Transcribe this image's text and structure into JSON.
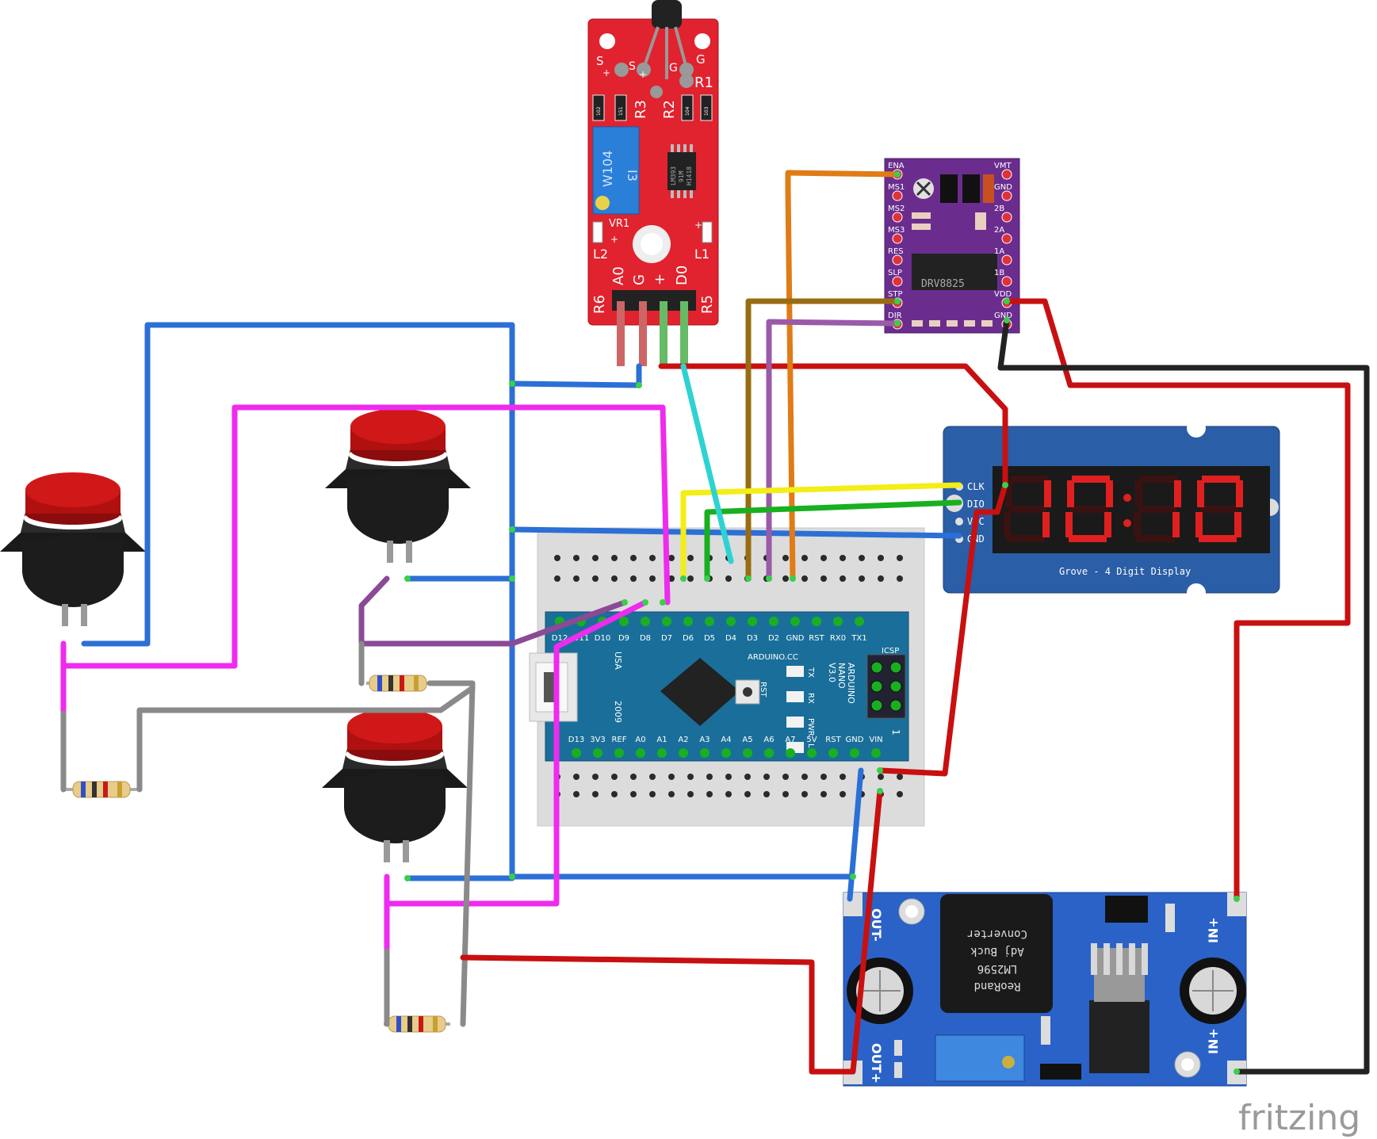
{
  "branding": {
    "watermark": "fritzing"
  },
  "sensor": {
    "pins_top": [
      "S",
      "+",
      "S",
      "+",
      "G",
      "G"
    ],
    "res_labels": [
      "R3",
      "R2",
      "R1"
    ],
    "smd_codes": [
      "102",
      "151",
      "104",
      "103"
    ],
    "pot_labels": [
      "W104",
      "I3"
    ],
    "chip_labels": [
      "LM393",
      "91M",
      "H1418"
    ],
    "vr_label": "VR1",
    "l2": "L2",
    "l1": "L1",
    "pin_header": [
      "A0",
      "G",
      "+",
      "D0"
    ],
    "r6": "R6",
    "r5": "R5",
    "plus": "+"
  },
  "driver": {
    "left_pins": [
      "ENA",
      "MS1",
      "MS2",
      "MS3",
      "RES",
      "SLP",
      "STP",
      "DIR"
    ],
    "right_pins": [
      "VMT",
      "GND",
      "2B",
      "2A",
      "1A",
      "1B",
      "VDD",
      "GND"
    ],
    "chip": "DRV8825"
  },
  "display": {
    "pins": [
      "CLK",
      "DIO",
      "VCC",
      "GND"
    ],
    "digits": "10:10",
    "caption": "Grove - 4 Digit Display"
  },
  "nano": {
    "top_pins": [
      "D12",
      "D11",
      "D10",
      "D9",
      "D8",
      "D7",
      "D6",
      "D5",
      "D4",
      "D3",
      "D2",
      "GND",
      "RST",
      "RX0",
      "TX1"
    ],
    "bottom_pins": [
      "D13",
      "3V3",
      "REF",
      "A0",
      "A1",
      "A2",
      "A3",
      "A4",
      "A5",
      "A6",
      "A7",
      "5V",
      "RST",
      "GND",
      "VIN"
    ],
    "brand": "ARDUINO.CC",
    "model": [
      "ARDUINO",
      "NANO",
      "V3.0"
    ],
    "leds": [
      "TX",
      "RX",
      "PWR",
      "L"
    ],
    "rst": "RST",
    "icsp": "ICSP",
    "usa": "USA",
    "year": "2009",
    "one": "1"
  },
  "buck": {
    "out_minus": "OUT-",
    "out_plus": "OUT+",
    "in_plus_top": "IN+",
    "in_plus_bottom": "IN+",
    "inductor": [
      "ReoRand",
      "LM2596",
      "Adj Buck",
      "Converter"
    ]
  },
  "colors": {
    "blue_wire": "#2c6fd6",
    "magenta_wire": "#ee2bee",
    "red_wire": "#c81010",
    "gray_wire": "#8a8a8a",
    "purple_wire": "#8a4a96",
    "orange_wire": "#e07b16",
    "brown_wire": "#9a6c12",
    "violet_wire": "#9a5aa8",
    "yellow_wire": "#f2ee16",
    "green_wire": "#19b01f",
    "cyan_wire": "#2fd2d2",
    "black_wire": "#222222",
    "sensor_pcb": "#e0232e",
    "driver_pcb": "#6a2d8e",
    "display_pcb": "#2a5ea6",
    "nano_pcb": "#1a6f9a",
    "buck_pcb": "#2a62c8",
    "button_cap": "#d01818"
  }
}
